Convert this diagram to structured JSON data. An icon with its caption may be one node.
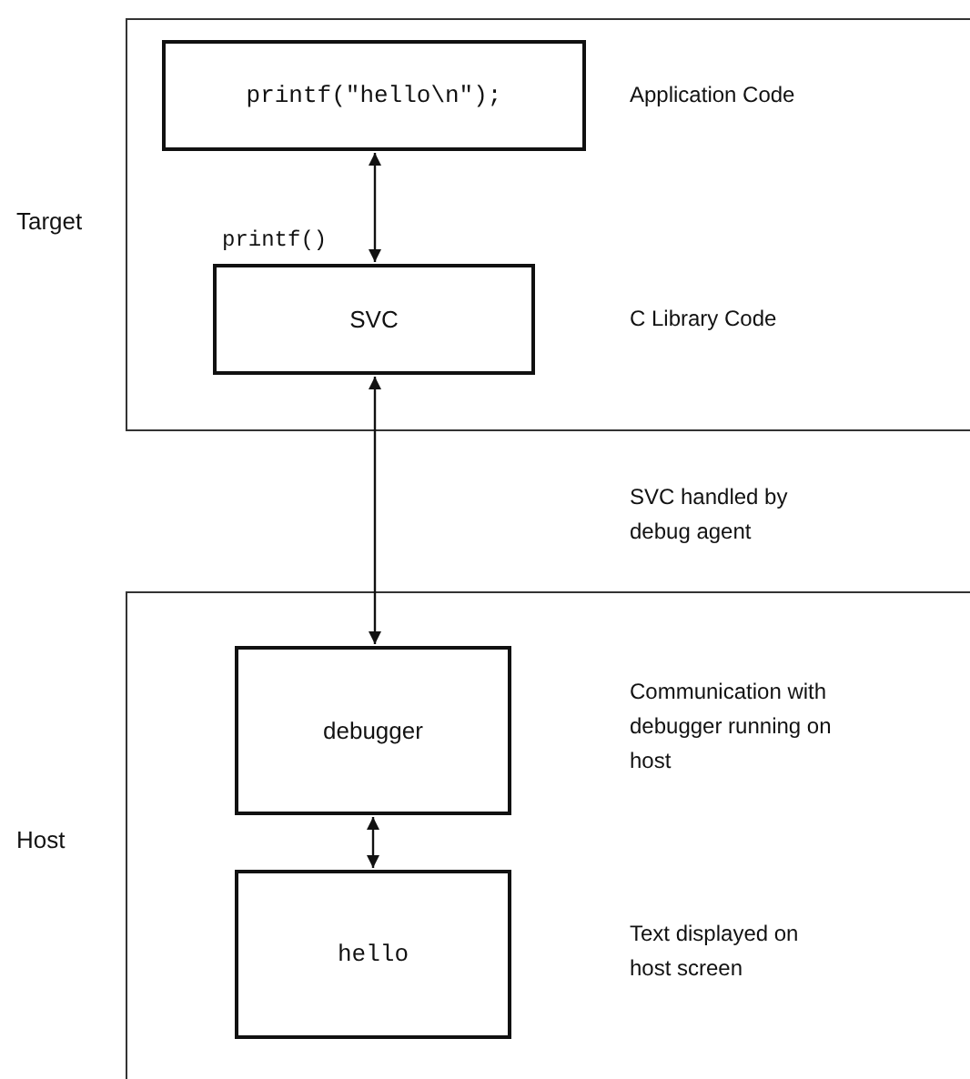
{
  "diagram": {
    "nodes": [
      {
        "text": [
          "Target"
        ]
      },
      {
        "text": [
          "printf(\"hello\\n\");"
        ],
        "in": 0
      },
      {
        "text": [
          "SVC"
        ],
        "in": 0,
        "beside": [
          "printf()"
        ]
      },
      {
        "text": [
          "Host"
        ]
      },
      {
        "text": [
          "debugger"
        ],
        "in": 3
      },
      {
        "text": [
          "hello"
        ],
        "in": 3
      }
    ],
    "edges": [
      {
        "from": 1,
        "to": 2,
        "arrow": "both"
      },
      {
        "from": 2,
        "to": 4,
        "arrow": "both"
      },
      {
        "from": 4,
        "to": 5,
        "arrow": "both"
      }
    ],
    "labels": [
      "Application Code",
      "C Library Code",
      "SVC handled by debug agent",
      "Communication with debugger running on host",
      "Text displayed on host screen"
    ]
  }
}
